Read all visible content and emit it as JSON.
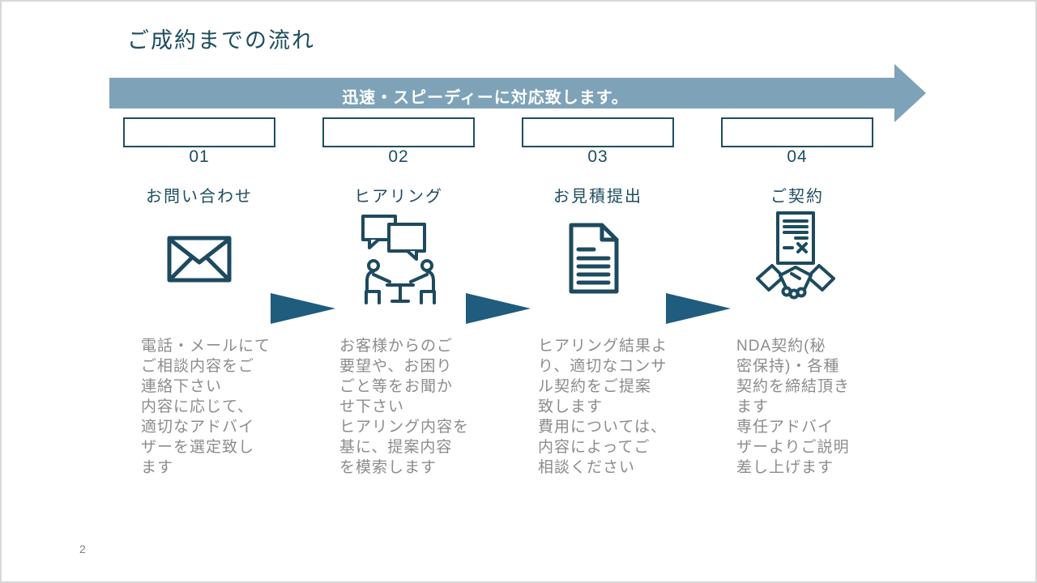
{
  "slide": {
    "title": "ご成約までの流れ",
    "page_number": "2",
    "banner_text": "迅速・スピーディーに対応致します。",
    "colors": {
      "accent_dark": "#1e4d5f",
      "arrow_fill": "#7ea3b8",
      "triangle_fill": "#1f5c7d",
      "description_gray": "#8c8c8c"
    },
    "steps": [
      {
        "number": "01",
        "title": "お問い合わせ",
        "icon": "envelope-icon",
        "description": "電話・メールにて\nご相談内容をご\n連絡下さい\n内容に応じて、\n適切なアドバイ\nザーを選定致し\nます"
      },
      {
        "number": "02",
        "title": "ヒアリング",
        "icon": "meeting-icon",
        "description": "お客様からのご\n要望や、お困り\nごと等をお聞か\nせ下さい\nヒアリング内容を\n基に、提案内容\nを模索します"
      },
      {
        "number": "03",
        "title": "お見積提出",
        "icon": "quote-document-icon",
        "description": "ヒアリング結果よ\nり、適切なコンサ\nル契約をご提案\n致します\n費用については、\n内容によってご\n相談ください"
      },
      {
        "number": "04",
        "title": "ご契約",
        "icon": "contract-handshake-icon",
        "description": "NDA契約(秘\n密保持)・各種\n契約を締結頂き\nます\n専任アドバイ\nザーよりご説明\n差し上げます"
      }
    ]
  }
}
